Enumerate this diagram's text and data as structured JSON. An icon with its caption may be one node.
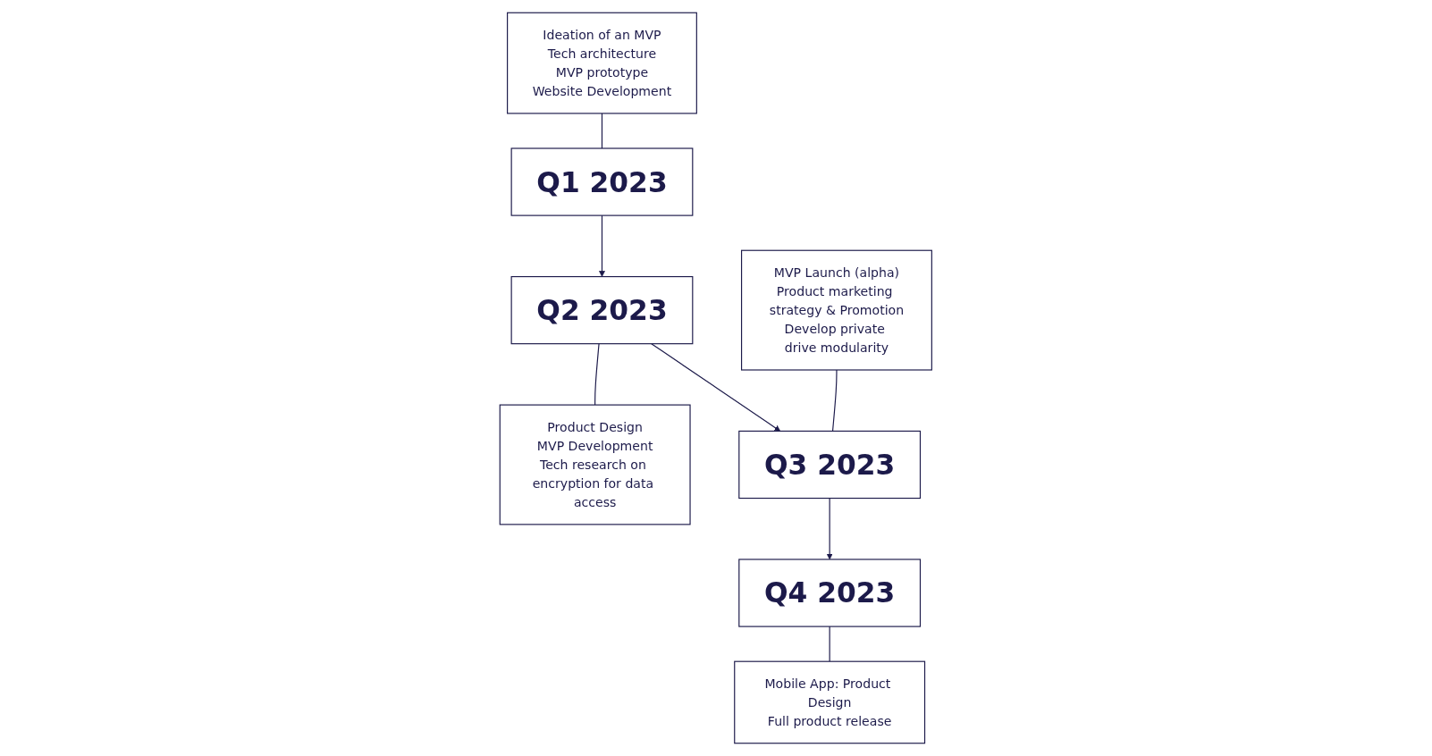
{
  "diagram": {
    "nodes": [
      {
        "text": [
          "Ideation of an MVP",
          "Tech architecture",
          "MVP prototype",
          "Website Development"
        ]
      },
      {
        "text": [
          "Q1 2023"
        ]
      },
      {
        "text": [
          "Q2 2023"
        ]
      },
      {
        "text": [
          "Product Design",
          "MVP Development",
          "Tech research on encryption for data access"
        ]
      },
      {
        "text": [
          "MVP Launch (alpha)",
          "Product marketing strategy & Promotion",
          "Develop private drive modularity"
        ]
      },
      {
        "text": [
          "Q3 2023"
        ]
      },
      {
        "text": [
          "Q4 2023"
        ]
      },
      {
        "text": [
          "Mobile App: Product Design",
          "Full product release"
        ]
      }
    ],
    "edges": [
      {
        "from": 0,
        "to": 1,
        "arrow": "none"
      },
      {
        "from": 1,
        "to": 2,
        "arrow": "to"
      },
      {
        "from": 2,
        "to": 3,
        "arrow": "none"
      },
      {
        "from": 2,
        "to": 5,
        "arrow": "to"
      },
      {
        "from": 4,
        "to": 5,
        "arrow": "none"
      },
      {
        "from": 5,
        "to": 6,
        "arrow": "to"
      },
      {
        "from": 6,
        "to": 7,
        "arrow": "none"
      }
    ]
  }
}
